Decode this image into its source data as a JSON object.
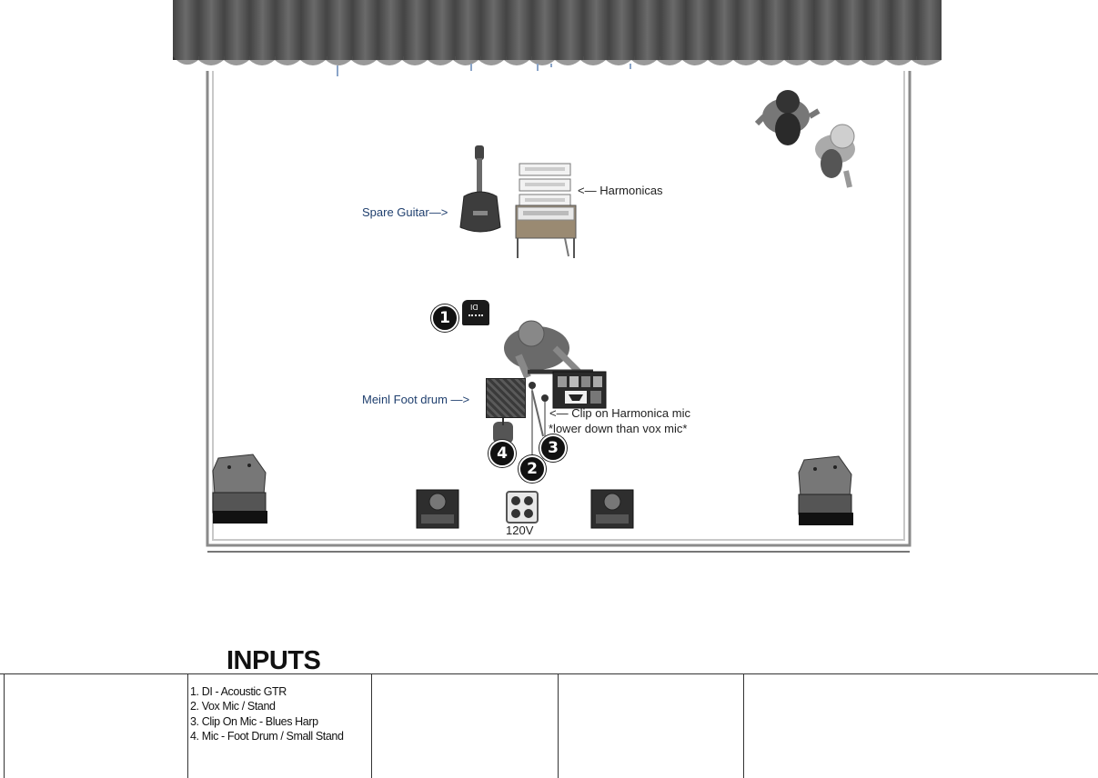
{
  "stage_labels": {
    "spare_guitar": "Spare Guitar—>",
    "harmonicas": "<— Harmonicas",
    "foot_drum": "Meinl Foot drum —>",
    "clip_mic_line1": "<— Clip on Harmonica mic",
    "clip_mic_line2": "*lower down than vox mic*",
    "power": "120V",
    "di_box_text": "DI"
  },
  "markers": [
    "1",
    "2",
    "3",
    "4"
  ],
  "inputs": {
    "title": "INPUTS",
    "items": [
      "1. DI - Acoustic GTR",
      "2. Vox Mic / Stand",
      "3. Clip On Mic - Blues Harp",
      "4. Mic - Foot Drum / Small Stand"
    ]
  },
  "icons": [
    "curtain",
    "guitar-icon",
    "harmonica-icon",
    "table-icon",
    "person-icon",
    "di-box-icon",
    "foot-drum-icon",
    "pedalboard-icon",
    "microphone-icon",
    "floor-monitor-icon",
    "speaker-icon",
    "power-outlet-icon"
  ],
  "colors": {
    "label_blue": "#1f3f6e",
    "curtain": "#3a3a3a",
    "stage_edge": "#8a8a8a"
  }
}
